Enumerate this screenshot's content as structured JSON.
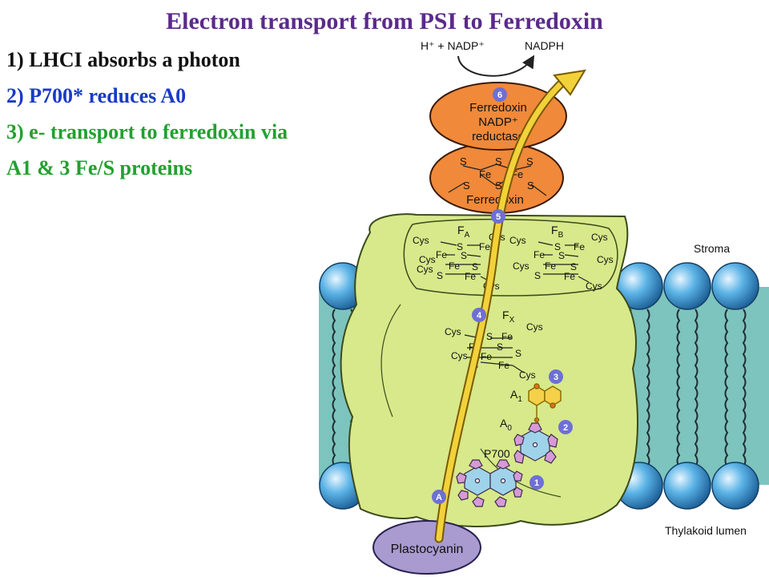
{
  "slide": {
    "title": "Electron transport from PSI to Ferredoxin",
    "steps": [
      "1) LHCI absorbs a photon",
      "2) P700* reduces A0",
      "3) e- transport to ferredoxin via",
      "A1 & 3 Fe/S proteins"
    ]
  },
  "diagram": {
    "reaction_left": "H⁺ + NADP⁺",
    "reaction_right": "NADPH",
    "fnr_lines": [
      "Ferredoxin",
      "NADP⁺",
      "reductase"
    ],
    "ferredoxin": "Ferredoxin",
    "stroma": "Stroma",
    "lumen": "Thylakoid lumen",
    "plastocyanin": "Plastocyanin",
    "cluster_fa": "F",
    "cluster_fa_sub": "A",
    "cluster_fb": "F",
    "cluster_fb_sub": "B",
    "cluster_fx": "F",
    "cluster_fx_sub": "X",
    "a1": "A",
    "a1_sub": "1",
    "a0": "A",
    "a0_sub": "0",
    "p700": "P700",
    "cys": "Cys",
    "fe": "Fe",
    "s": "S",
    "badges": [
      "6",
      "5",
      "4",
      "3",
      "2",
      "1",
      "A"
    ],
    "colors": {
      "title": "#5b2a8a",
      "step1": "#111111",
      "step2": "#1a3ac8",
      "step3": "#23a030",
      "membrane": "#7cc4bd",
      "protein": "#d7e98a",
      "ferredoxin": "#f0893a",
      "plastocyanin": "#a99ad0",
      "arrow": "#f2d23a",
      "badge": "#6e6fd6",
      "lipid_head": "#4aa3d8"
    }
  }
}
